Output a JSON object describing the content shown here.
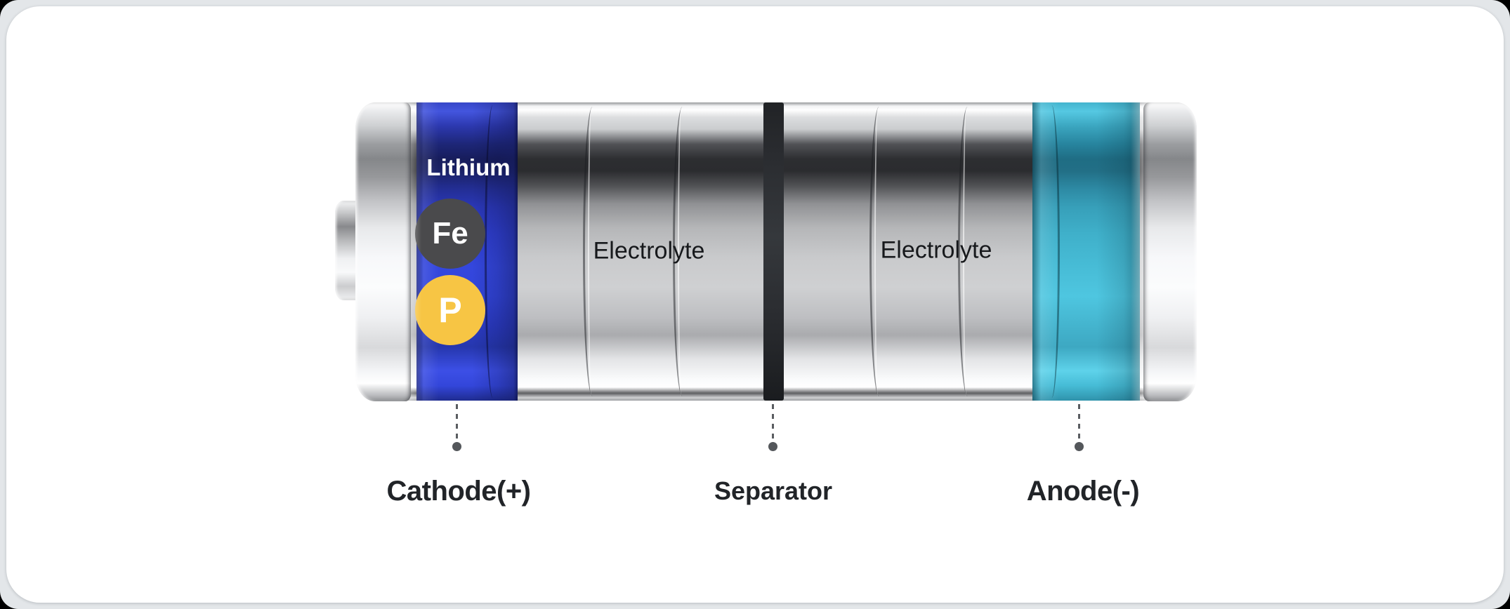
{
  "page": {
    "background_color": "#e3e6e9",
    "card_color": "#ffffff"
  },
  "battery": {
    "cathode_band": {
      "label": "Lithium",
      "color": "#2f3fd0",
      "elements": [
        {
          "symbol": "Fe",
          "color": "#4a4a4c"
        },
        {
          "symbol": "P",
          "color": "#f7c544"
        }
      ]
    },
    "electrolyte_left_label": "Electrolyte",
    "electrolyte_right_label": "Electrolyte",
    "separator_color": "#2a2c30",
    "anode_band_color": "#43b7d2",
    "shell_color": "#c9cacc"
  },
  "annotations": [
    {
      "id": "cathode",
      "label": "Cathode(+)"
    },
    {
      "id": "separator",
      "label": "Separator"
    },
    {
      "id": "anode",
      "label": "Anode(-)"
    }
  ]
}
